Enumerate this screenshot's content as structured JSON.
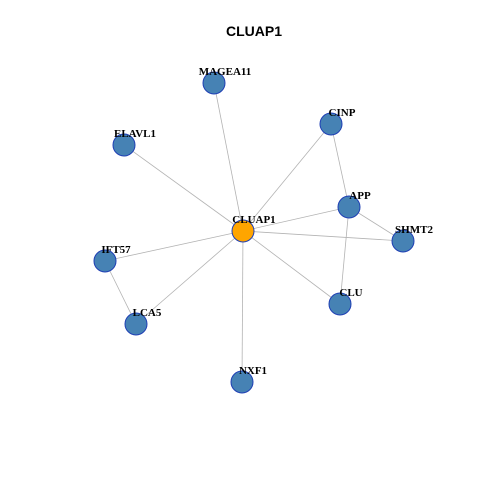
{
  "title": "CLUAP1",
  "colors": {
    "center_fill": "#ffa500",
    "node_fill": "#4682b4",
    "node_stroke": "#1f3fb4",
    "edge": "#b3b3b3"
  },
  "nodes": [
    {
      "id": "CLUAP1",
      "label": "CLUAP1",
      "role": "center"
    },
    {
      "id": "MAGEA11",
      "label": "MAGEA11",
      "role": "neighbor"
    },
    {
      "id": "CINP",
      "label": "CINP",
      "role": "neighbor"
    },
    {
      "id": "ELAVL1",
      "label": "ELAVL1",
      "role": "neighbor"
    },
    {
      "id": "APP",
      "label": "APP",
      "role": "neighbor"
    },
    {
      "id": "SHMT2",
      "label": "SHMT2",
      "role": "neighbor"
    },
    {
      "id": "IFT57",
      "label": "IFT57",
      "role": "neighbor"
    },
    {
      "id": "CLU",
      "label": "CLU",
      "role": "neighbor"
    },
    {
      "id": "LCA5",
      "label": "LCA5",
      "role": "neighbor"
    },
    {
      "id": "NXF1",
      "label": "NXF1",
      "role": "neighbor"
    }
  ],
  "edges": [
    [
      "CLUAP1",
      "MAGEA11"
    ],
    [
      "CLUAP1",
      "CINP"
    ],
    [
      "CLUAP1",
      "ELAVL1"
    ],
    [
      "CLUAP1",
      "APP"
    ],
    [
      "CLUAP1",
      "SHMT2"
    ],
    [
      "CLUAP1",
      "IFT57"
    ],
    [
      "CLUAP1",
      "CLU"
    ],
    [
      "CLUAP1",
      "LCA5"
    ],
    [
      "CLUAP1",
      "NXF1"
    ],
    [
      "CINP",
      "APP"
    ],
    [
      "APP",
      "SHMT2"
    ],
    [
      "APP",
      "CLU"
    ],
    [
      "IFT57",
      "LCA5"
    ]
  ]
}
